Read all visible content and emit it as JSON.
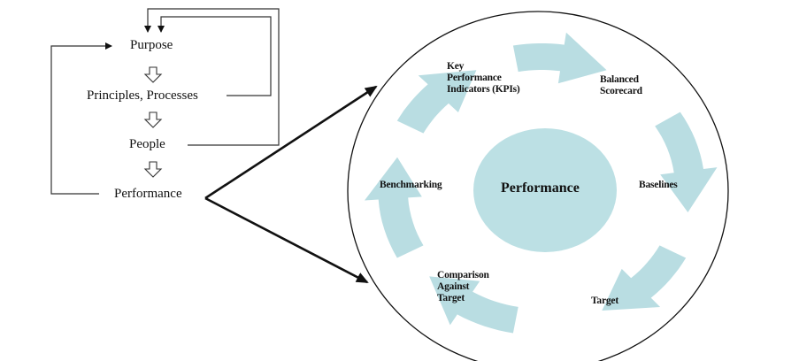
{
  "colors": {
    "arrow_fill": "#b9dde2",
    "center_fill": "#bce0e4",
    "line": "#111111",
    "background": "#ffffff"
  },
  "left_flow": {
    "steps": [
      "Purpose",
      "Principles, Processes",
      "People",
      "Performance"
    ],
    "step_arrow_icon": "hollow-down-arrow"
  },
  "cycle": {
    "center": "Performance",
    "items": [
      "Key\nPerformance\nIndicators (KPIs)",
      "Balanced\nScorecard",
      "Baselines",
      "Target",
      "Comparison\nAgainst\nTarget",
      "Benchmarking"
    ]
  }
}
